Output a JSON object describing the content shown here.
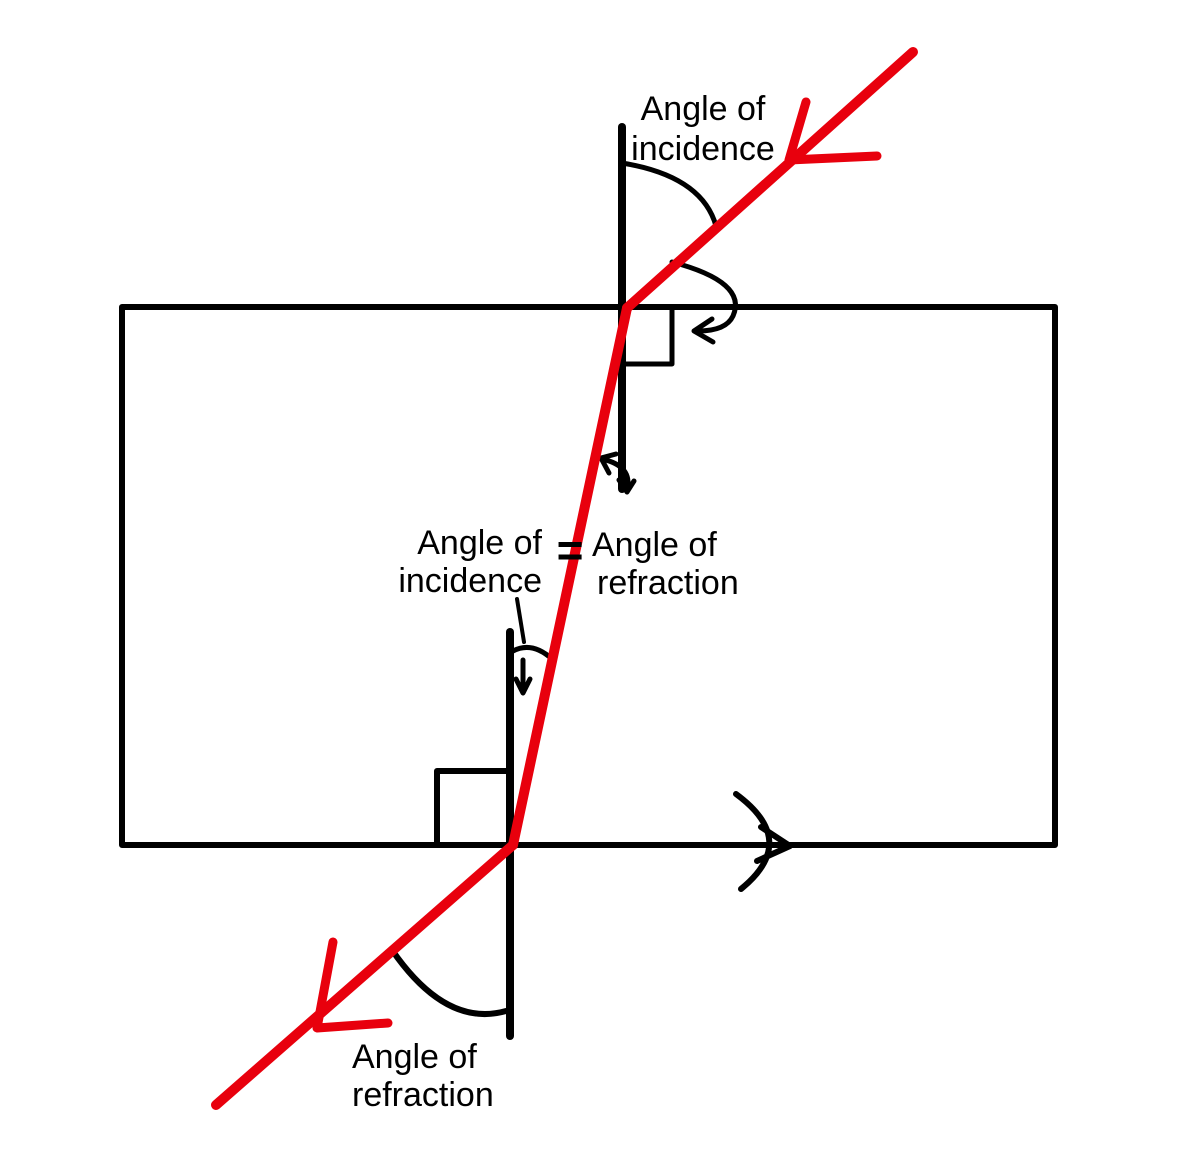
{
  "colors": {
    "ray": "#e8000d",
    "ink": "#000000",
    "background": "#ffffff"
  },
  "labels": {
    "top_angle": {
      "line1": "Angle of",
      "line2": "incidence"
    },
    "middle_left": {
      "line1": "Angle of",
      "line2": "incidence"
    },
    "equals_sign": "=",
    "middle_right": {
      "line1": "Angle of",
      "line2": "refraction"
    },
    "bottom_angle": {
      "line1": "Angle of",
      "line2": "refraction"
    }
  }
}
